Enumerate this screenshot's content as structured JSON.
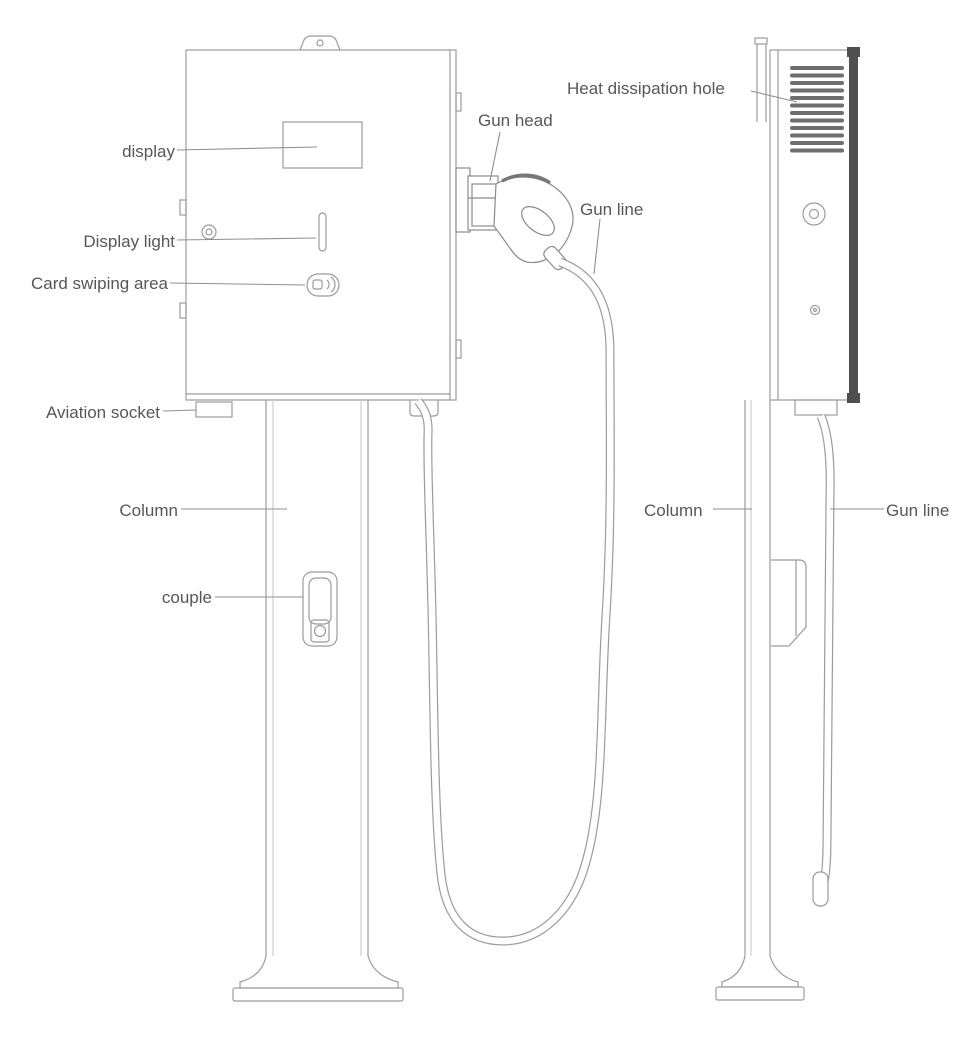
{
  "figure": {
    "background_color": "#ffffff",
    "line_color": "#9b9b9b",
    "accent_dark_color": "#4f4f4f",
    "text_color": "#575757",
    "labels": {
      "display": "display",
      "display_light": "Display light",
      "card_swiping_area": "Card swiping area",
      "aviation_socket": "Aviation socket",
      "column_front": "Column",
      "couple": "couple",
      "gun_head": "Gun head",
      "gun_line_front": "Gun line",
      "heat_dissipation_hole": "Heat dissipation hole",
      "column_side": "Column",
      "gun_line_side": "Gun line"
    }
  }
}
